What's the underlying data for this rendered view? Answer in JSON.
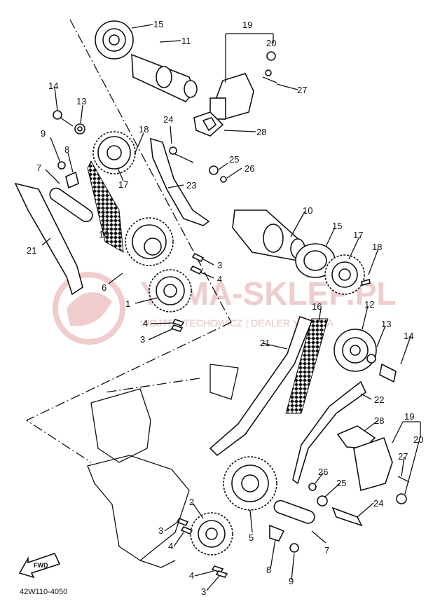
{
  "watermark": {
    "brand": "YAMA-SKLEP.PL",
    "subtitle": "WOJTEK TECHOWICZ | DEALER YAMAHA",
    "color": "#e6a3a3"
  },
  "diagram_code": "42W110-4050",
  "fwd_label": "FWD",
  "callouts": [
    {
      "id": "c15a",
      "text": "15"
    },
    {
      "id": "c11",
      "text": "11"
    },
    {
      "id": "c19a",
      "text": "19"
    },
    {
      "id": "c20a",
      "text": "20"
    },
    {
      "id": "c27a",
      "text": "27"
    },
    {
      "id": "c28a",
      "text": "28"
    },
    {
      "id": "c14a",
      "text": "14"
    },
    {
      "id": "c13a",
      "text": "13"
    },
    {
      "id": "c9a",
      "text": "9"
    },
    {
      "id": "c8a",
      "text": "8"
    },
    {
      "id": "c7a",
      "text": "7"
    },
    {
      "id": "c18a",
      "text": "18"
    },
    {
      "id": "c24a",
      "text": "24"
    },
    {
      "id": "c25a",
      "text": "25"
    },
    {
      "id": "c26a",
      "text": "26"
    },
    {
      "id": "c23",
      "text": "23"
    },
    {
      "id": "c17a",
      "text": "17"
    },
    {
      "id": "c16a",
      "text": "16"
    },
    {
      "id": "c21a",
      "text": "21"
    },
    {
      "id": "c6",
      "text": "6"
    },
    {
      "id": "c3a",
      "text": "3"
    },
    {
      "id": "c4a",
      "text": "4"
    },
    {
      "id": "c1",
      "text": "1"
    },
    {
      "id": "c4b",
      "text": "4"
    },
    {
      "id": "c3b",
      "text": "3"
    },
    {
      "id": "c10",
      "text": "10"
    },
    {
      "id": "c15b",
      "text": "15"
    },
    {
      "id": "c17b",
      "text": "17"
    },
    {
      "id": "c18b",
      "text": "18"
    },
    {
      "id": "c16b",
      "text": "16"
    },
    {
      "id": "c12",
      "text": "12"
    },
    {
      "id": "c13b",
      "text": "13"
    },
    {
      "id": "c14b",
      "text": "14"
    },
    {
      "id": "c21b",
      "text": "21"
    },
    {
      "id": "c22",
      "text": "22"
    },
    {
      "id": "c19b",
      "text": "19"
    },
    {
      "id": "c28b",
      "text": "28"
    },
    {
      "id": "c20b",
      "text": "20"
    },
    {
      "id": "c27b",
      "text": "27"
    },
    {
      "id": "c26b",
      "text": "26"
    },
    {
      "id": "c25b",
      "text": "25"
    },
    {
      "id": "c24b",
      "text": "24"
    },
    {
      "id": "c2",
      "text": "2"
    },
    {
      "id": "c3c",
      "text": "3"
    },
    {
      "id": "c4c",
      "text": "4"
    },
    {
      "id": "c5",
      "text": "5"
    },
    {
      "id": "c7b",
      "text": "7"
    },
    {
      "id": "c8b",
      "text": "8"
    },
    {
      "id": "c9b",
      "text": "9"
    },
    {
      "id": "c4d",
      "text": "4"
    },
    {
      "id": "c3d",
      "text": "3"
    }
  ]
}
